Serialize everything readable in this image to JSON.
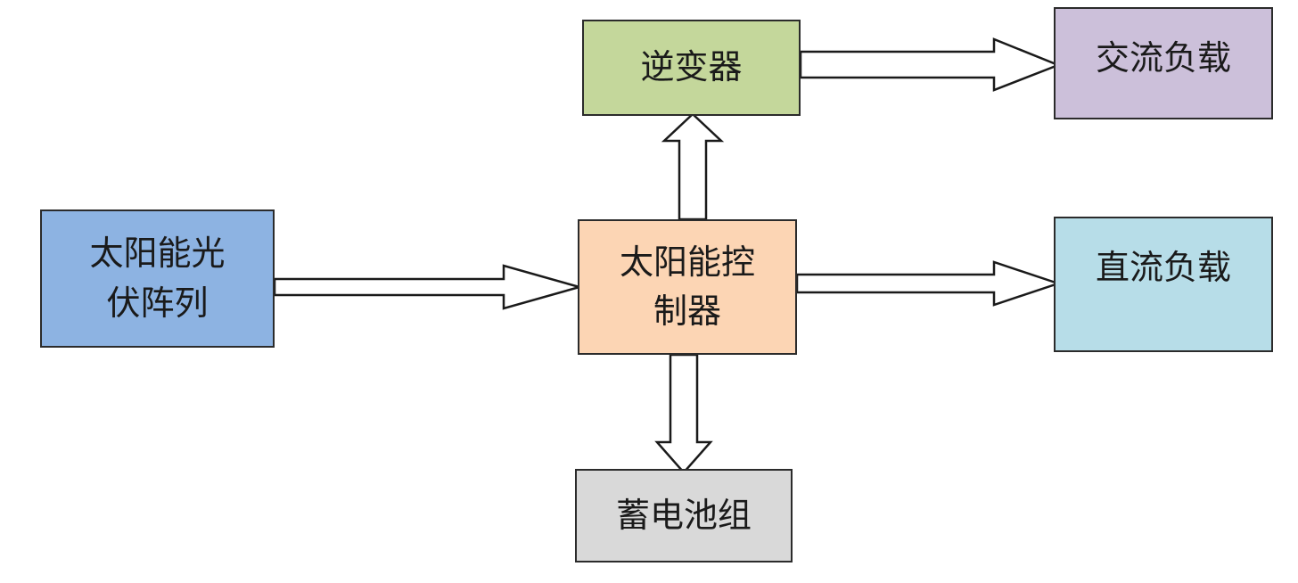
{
  "diagram": {
    "nodes": {
      "pv_array": {
        "label": "太阳能光\n伏阵列",
        "color": "#8db3e2"
      },
      "controller": {
        "label": "太阳能控\n制器",
        "color": "#fcd5b4"
      },
      "inverter": {
        "label": "逆变器",
        "color": "#c4d79b"
      },
      "ac_load": {
        "label": "交流负载",
        "color": "#ccc0da"
      },
      "dc_load": {
        "label": "直流负载",
        "color": "#b7dde8"
      },
      "battery": {
        "label": "蓄电池组",
        "color": "#d9d9d9"
      }
    },
    "edges": [
      {
        "from": "太阳能光伏阵列",
        "to": "太阳能控制器"
      },
      {
        "from": "太阳能控制器",
        "to": "逆变器"
      },
      {
        "from": "逆变器",
        "to": "交流负载"
      },
      {
        "from": "太阳能控制器",
        "to": "直流负载"
      },
      {
        "from": "太阳能控制器",
        "to": "蓄电池组"
      }
    ]
  }
}
